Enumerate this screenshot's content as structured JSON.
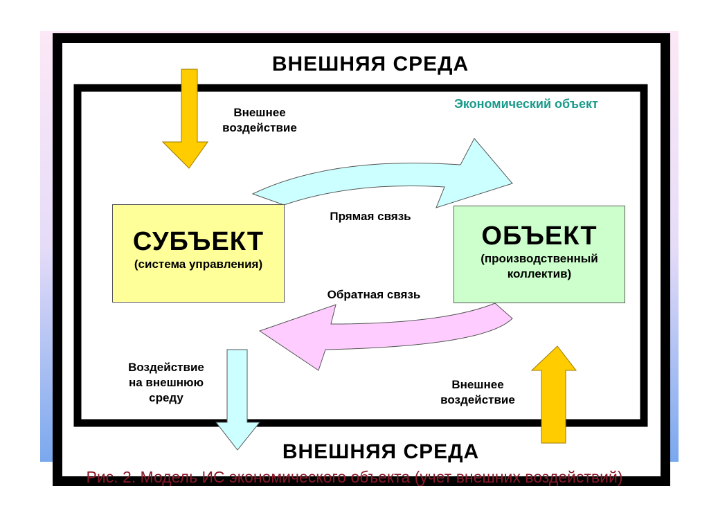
{
  "outer_env_top": "ВНЕШНЯЯ  СРЕДА",
  "outer_env_bottom": "ВНЕШНЯЯ  СРЕДА",
  "economic_object": "Экономический объект",
  "external_impact_top": [
    "Внешнее",
    "воздействие"
  ],
  "external_impact_bottom": [
    "Внешнее",
    "воздействие"
  ],
  "impact_on_env": [
    "Воздействие",
    "на внешнюю",
    "среду"
  ],
  "direct_link": "Прямая связь",
  "feedback_link": "Обратная связь",
  "subject": {
    "title": "СУБЪЕКТ",
    "subtitle": "(система управления)"
  },
  "object": {
    "title": "ОБЪЕКТ",
    "subtitle": [
      "(производственный",
      "коллектив)"
    ]
  },
  "caption": "Рис. 2. Модель ИС экономического объекта (учет внешних воздействий)",
  "colors": {
    "yellow_arrow": "#ffcc00",
    "cyan_arrow": "#ccffff",
    "pink_arrow": "#ffccff",
    "subject_box": "#ffff99",
    "object_box": "#ccffcc",
    "teal_text": "#1a9a8a",
    "caption": "#8b1a2a"
  }
}
